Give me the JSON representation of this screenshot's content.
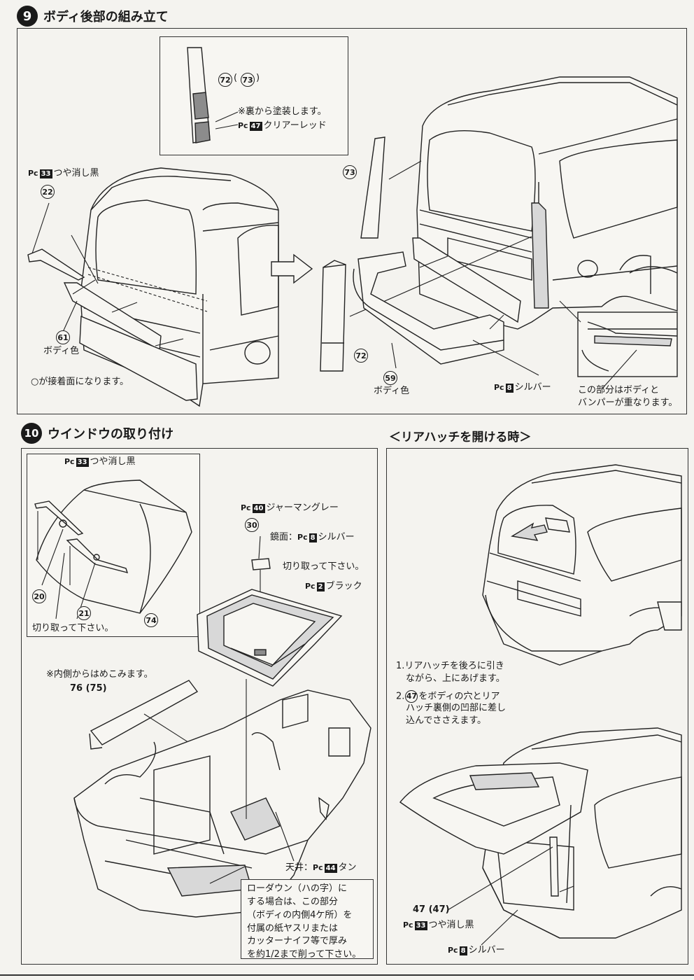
{
  "step9": {
    "number": "9",
    "title": "ボディ後部の組み立て",
    "inset_parts": "72 (73)",
    "inset_note": "※裏から塗装します。",
    "inset_pc_num": "47",
    "inset_color": "クリアーレッド",
    "pc_prefix": "Pc",
    "left_color_num": "33",
    "left_color": "つや消し黒",
    "part22": "22",
    "part61": "61",
    "body_color_61": "ボディ色",
    "bond_note": "○が接着面になります。",
    "part73": "73",
    "part72": "72",
    "part59": "59",
    "body_color_59": "ボディ色",
    "silver_num": "8",
    "silver": "シルバー",
    "overlap_note_l1": "この部分はボディと",
    "overlap_note_l2": "バンパーが重なります。"
  },
  "step10": {
    "number": "10",
    "title": "ウインドウの取り付け",
    "inset_color_num": "33",
    "inset_color": "つや消し黒",
    "part20": "20",
    "part21": "21",
    "part74": "74",
    "cut_note": "切り取って下さい。",
    "gray_num": "40",
    "gray": "ジャーマングレー",
    "part30": "30",
    "mirror_label": "鏡面：",
    "mirror_num": "8",
    "mirror_color": "シルバー",
    "cut_note2": "切り取って下さい。",
    "black_num": "2",
    "black": "ブラック",
    "inside_note": "※内側からはめこみます。",
    "part_76_75": "76 (75)",
    "ceiling_label": "天井：",
    "ceiling_num": "44",
    "ceiling_color": "タン",
    "lowdown_l1": "ローダウン（ハの字）に",
    "lowdown_l2": "する場合は、この部分",
    "lowdown_l3": "（ボディの内側4ケ所）を",
    "lowdown_l4": "付属の紙ヤスリまたは",
    "lowdown_l5": "カッターナイフ等で厚み",
    "lowdown_l6": "を約1/2まで削って下さい。"
  },
  "hatch": {
    "title": "＜リアハッチを開ける時＞",
    "instr1_l1": "1.リアハッチを後ろに引き",
    "instr1_l2": "ながら、上にあげます。",
    "instr2_num": "47",
    "instr2_l1": "をボディの穴とリア",
    "instr2_l2": "ハッチ裏側の凹部に差し",
    "instr2_l3": "込んでささえます。",
    "part47": "47 (47)",
    "matte_num": "33",
    "matte": "つや消し黒",
    "silver_num": "8",
    "silver": "シルバー"
  }
}
